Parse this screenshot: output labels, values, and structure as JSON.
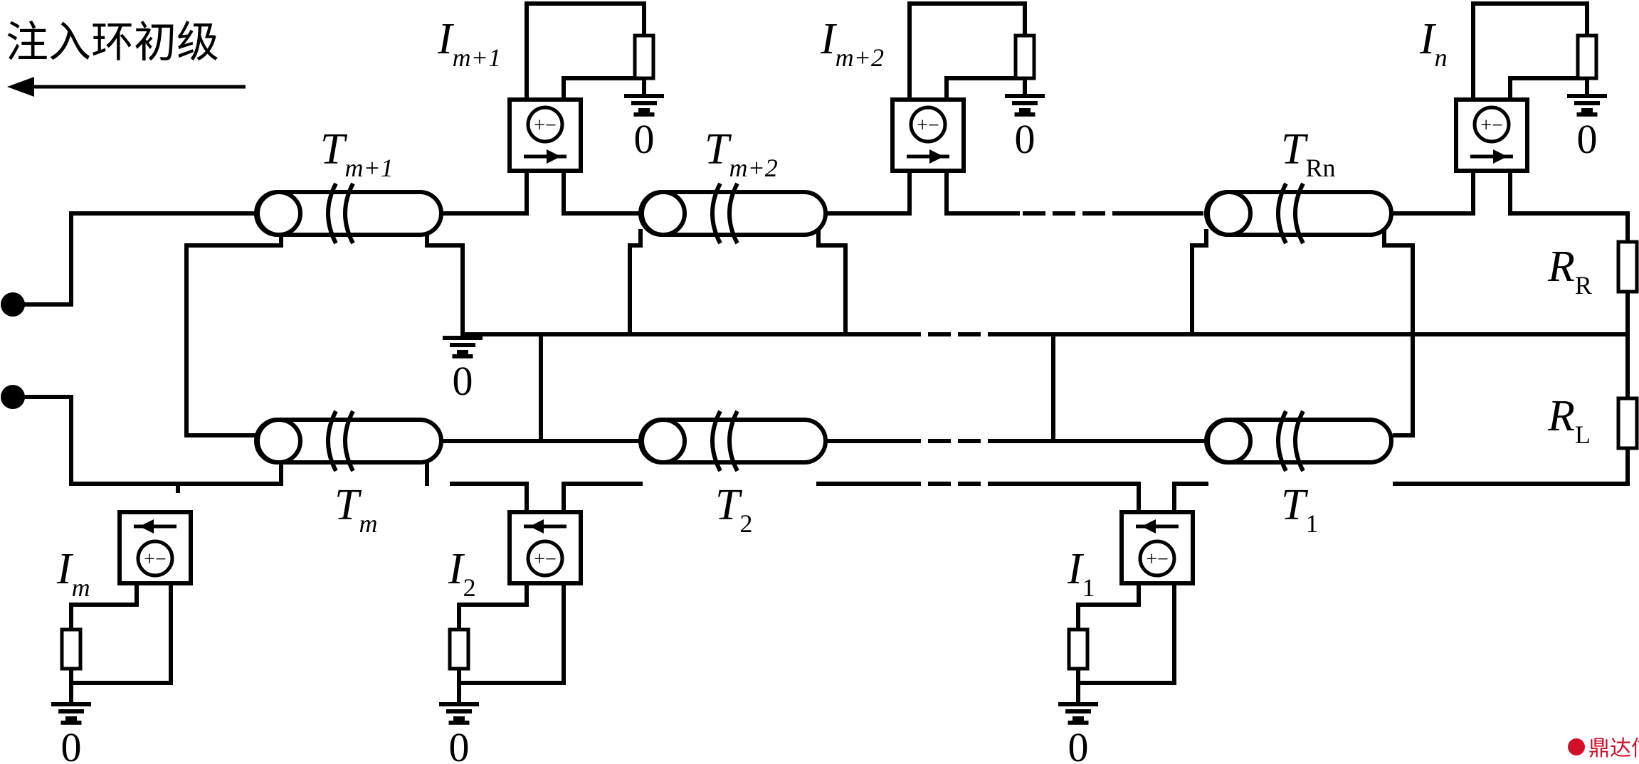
{
  "direction_label": "注入环初级",
  "ground_label": "0",
  "top_sources": [
    {
      "letter": "I",
      "subscript": "m+1"
    },
    {
      "letter": "I",
      "subscript": "m+2"
    },
    {
      "letter": "I",
      "subscript": "n"
    }
  ],
  "bottom_sources": [
    {
      "letter": "I",
      "subscript": "m"
    },
    {
      "letter": "I",
      "subscript": "2"
    },
    {
      "letter": "I",
      "subscript": "1"
    }
  ],
  "top_transformers": [
    {
      "letter": "T",
      "subscript": "m+1"
    },
    {
      "letter": "T",
      "subscript": "m+2"
    },
    {
      "letter": "T",
      "subscript": "Rn"
    }
  ],
  "bottom_transformers": [
    {
      "letter": "T",
      "subscript": "m"
    },
    {
      "letter": "T",
      "subscript": "2"
    },
    {
      "letter": "T",
      "subscript": "1"
    }
  ],
  "resistors": [
    {
      "letter": "R",
      "subscript": "R"
    },
    {
      "letter": "R",
      "subscript": "L"
    }
  ],
  "source_symbol": "+−",
  "watermark": "鼎达信"
}
